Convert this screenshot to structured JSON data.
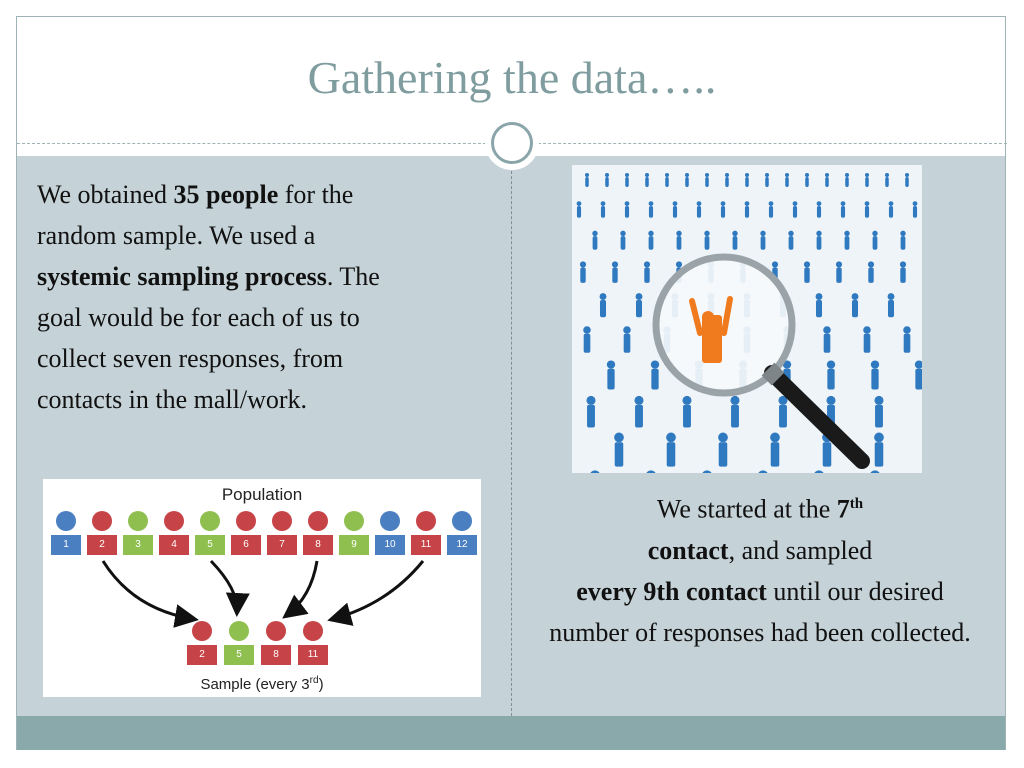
{
  "slide": {
    "title": "Gathering the data…..",
    "left_text": {
      "p1": "We obtained ",
      "b1": "35 people",
      "p2": " for the random sample. We used a ",
      "b2": "systemic sampling process",
      "p3": ". The goal would be for each of us to collect seven responses, from contacts in the mall/work."
    },
    "right_text": {
      "p1": "We started at the ",
      "b1": "7",
      "sup1": "th",
      "b2": "contact",
      "p2": ", and sampled ",
      "b3": "every 9th contact",
      "p3": " until our desired number of responses had been collected."
    },
    "diagram": {
      "population_label": "Population",
      "sample_label": "Sample (every 3",
      "sample_label_sup": "rd",
      "sample_label_end": ")",
      "population": [
        {
          "n": "1",
          "color": "blue"
        },
        {
          "n": "2",
          "color": "red"
        },
        {
          "n": "3",
          "color": "green"
        },
        {
          "n": "4",
          "color": "red"
        },
        {
          "n": "5",
          "color": "green"
        },
        {
          "n": "6",
          "color": "red"
        },
        {
          "n": "7",
          "color": "red"
        },
        {
          "n": "8",
          "color": "red"
        },
        {
          "n": "9",
          "color": "green"
        },
        {
          "n": "10",
          "color": "blue"
        },
        {
          "n": "11",
          "color": "red"
        },
        {
          "n": "12",
          "color": "blue"
        }
      ],
      "sample": [
        {
          "n": "2",
          "color": "red"
        },
        {
          "n": "5",
          "color": "green"
        },
        {
          "n": "8",
          "color": "red"
        },
        {
          "n": "11",
          "color": "red"
        }
      ]
    },
    "colors": {
      "accent": "#7f9c9f",
      "content_bg": "#c5d2d7",
      "footer": "#8aa9ab"
    }
  }
}
